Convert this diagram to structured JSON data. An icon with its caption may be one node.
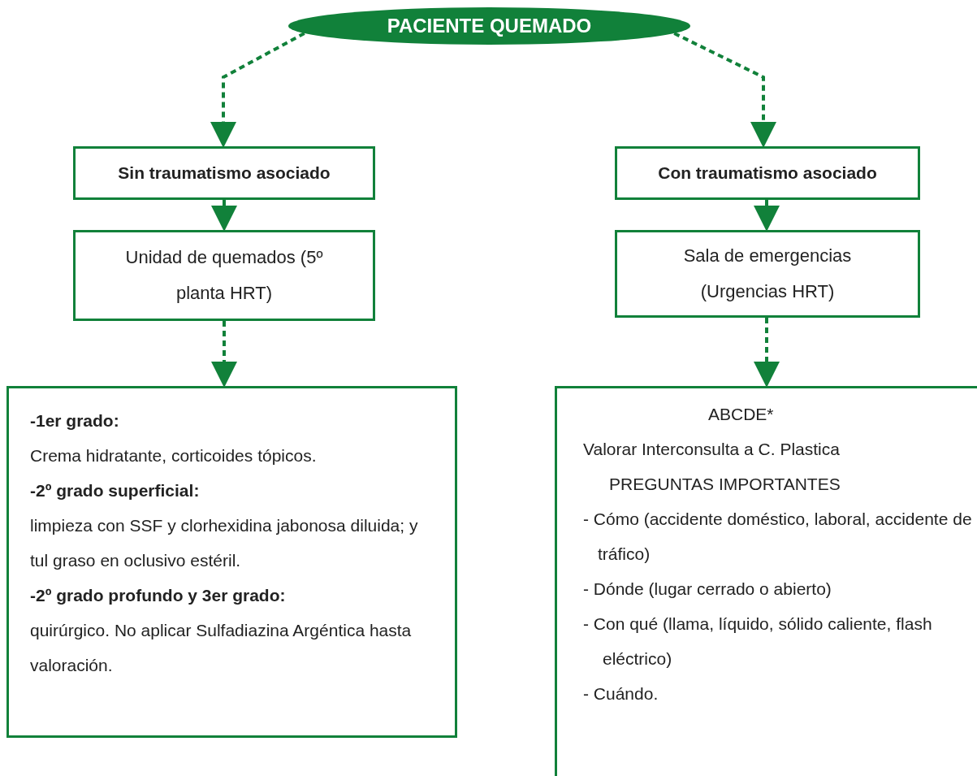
{
  "diagram": {
    "nodes": [
      {
        "text": [
          "PACIENTE QUEMADO"
        ]
      },
      {
        "text": [
          "Sin traumatismo asociado"
        ]
      },
      {
        "text": [
          "Con traumatismo asociado"
        ]
      },
      {
        "text": [
          "Unidad de quemados (5º planta HRT)"
        ]
      },
      {
        "text": [
          "Sala de emergencias (Urgencias HRT)"
        ]
      },
      {
        "text": [
          "-1er grado:",
          "Crema hidratante, corticoides tópicos.",
          "-2º grado superficial:",
          "limpieza con SSF y clorhexidina jabonosa diluida; y tul graso en oclusivo estéril.",
          "-2º grado profundo y 3er grado:",
          "quirúrgico. No aplicar Sulfadiazina Argéntica hasta valoración."
        ]
      },
      {
        "text": [
          "ABCDE*",
          "Valorar Interconsulta a C. Plastica",
          "PREGUNTAS IMPORTANTES",
          "- Cómo (accidente doméstico, laboral, accidente de tráfico)",
          "- Dónde (lugar cerrado o abierto)",
          "- Con qué (llama, líquido, sólido caliente, flash eléctrico)",
          "- Cuándo."
        ]
      }
    ],
    "edges": [
      {
        "from": 0,
        "to": 1,
        "arrow": "to",
        "style": "dashed"
      },
      {
        "from": 0,
        "to": 2,
        "arrow": "to",
        "style": "dashed"
      },
      {
        "from": 1,
        "to": 3,
        "arrow": "to",
        "style": "dashed"
      },
      {
        "from": 2,
        "to": 4,
        "arrow": "to",
        "style": "dashed"
      },
      {
        "from": 3,
        "to": 5,
        "arrow": "to",
        "style": "dashed"
      },
      {
        "from": 4,
        "to": 6,
        "arrow": "to",
        "style": "dashed"
      }
    ]
  }
}
